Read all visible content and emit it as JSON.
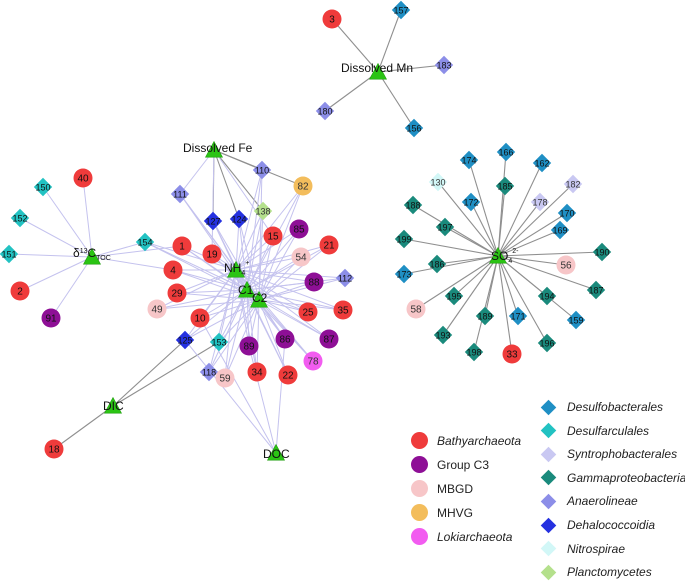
{
  "colors": {
    "Bathyarchaeota": "#ef3b3b",
    "Group C3": "#8e0f96",
    "MBGD": "#f7c6c8",
    "MHVG": "#f3bd5c",
    "Lokiarchaeota": "#f25cf0",
    "Desulfobacterales": "#1f8fc4",
    "Desulfarculales": "#22c2c2",
    "Syntrophobacterales": "#c9c8f2",
    "Gammaproteobacteria": "#1a8a7c",
    "Anaerolineae": "#8c8ee8",
    "Dehalococcoidia": "#2531e0",
    "Nitrospirae": "#d2f7f7",
    "Planctomycetes": "#b4e08c",
    "env": "#2bc414",
    "edge_neg": "#c4c2ee",
    "edge_pos": "#8f8f8f"
  },
  "legend": {
    "left": [
      {
        "name": "Bathyarchaeota",
        "label": "Bathyarchaeota",
        "italic": true,
        "shape": "circle"
      },
      {
        "name": "Group C3",
        "label": "Group C3",
        "italic": false,
        "shape": "circle"
      },
      {
        "name": "MBGD",
        "label": "MBGD",
        "italic": false,
        "shape": "circle"
      },
      {
        "name": "MHVG",
        "label": "MHVG",
        "italic": false,
        "shape": "circle"
      },
      {
        "name": "Lokiarchaeota",
        "label": "Lokiarchaeota",
        "italic": true,
        "shape": "circle"
      }
    ],
    "right": [
      {
        "name": "Desulfobacterales",
        "label": "Desulfobacterales",
        "italic": true,
        "shape": "diamond"
      },
      {
        "name": "Desulfarculales",
        "label": "Desulfarculales",
        "italic": true,
        "shape": "diamond"
      },
      {
        "name": "Syntrophobacterales",
        "label": "Syntrophobacterales",
        "italic": true,
        "shape": "diamond"
      },
      {
        "name": "Gammaproteobacteria",
        "label": "Gammaproteobacteria",
        "italic": true,
        "shape": "diamond"
      },
      {
        "name": "Anaerolineae",
        "label": "Anaerolineae",
        "italic": true,
        "shape": "diamond"
      },
      {
        "name": "Dehalococcoidia",
        "label": "Dehalococcoidia",
        "italic": true,
        "shape": "diamond"
      },
      {
        "name": "Nitrospirae",
        "label": "Nitrospirae",
        "italic": true,
        "shape": "diamond"
      },
      {
        "name": "Planctomycetes",
        "label": "Planctomycetes",
        "italic": true,
        "shape": "diamond"
      }
    ]
  },
  "env_nodes": [
    {
      "id": "Mn",
      "label": "Dissolved Mn"
    },
    {
      "id": "Fe",
      "label": "Dissolved Fe"
    },
    {
      "id": "TOC",
      "label": "δ13CTOC"
    },
    {
      "id": "NH4",
      "label": "NH4+"
    },
    {
      "id": "C1",
      "label": "C1"
    },
    {
      "id": "C2",
      "label": "C2"
    },
    {
      "id": "DIC",
      "label": "DIC"
    },
    {
      "id": "DOC",
      "label": "DOC"
    },
    {
      "id": "SO4",
      "label": "SO42-"
    }
  ],
  "otu_nodes": [
    {
      "label": "3",
      "group": "Bathyarchaeota"
    },
    {
      "label": "157",
      "group": "Desulfobacterales"
    },
    {
      "label": "183",
      "group": "Anaerolineae"
    },
    {
      "label": "180",
      "group": "Anaerolineae"
    },
    {
      "label": "156",
      "group": "Desulfobacterales"
    },
    {
      "label": "110",
      "group": "Anaerolineae"
    },
    {
      "label": "111",
      "group": "Anaerolineae"
    },
    {
      "label": "127",
      "group": "Dehalococcoidia"
    },
    {
      "label": "124",
      "group": "Dehalococcoidia"
    },
    {
      "label": "138",
      "group": "Planctomycetes"
    },
    {
      "label": "82",
      "group": "MHVG"
    },
    {
      "label": "40",
      "group": "Bathyarchaeota"
    },
    {
      "label": "150",
      "group": "Desulfarculales"
    },
    {
      "label": "152",
      "group": "Desulfarculales"
    },
    {
      "label": "151",
      "group": "Desulfarculales"
    },
    {
      "label": "2",
      "group": "Bathyarchaeota"
    },
    {
      "label": "91",
      "group": "Group C3"
    },
    {
      "label": "154",
      "group": "Desulfarculales"
    },
    {
      "label": "1",
      "group": "Bathyarchaeota"
    },
    {
      "label": "4",
      "group": "Bathyarchaeota"
    },
    {
      "label": "19",
      "group": "Bathyarchaeota"
    },
    {
      "label": "15",
      "group": "Bathyarchaeota"
    },
    {
      "label": "85",
      "group": "Group C3"
    },
    {
      "label": "21",
      "group": "Bathyarchaeota"
    },
    {
      "label": "54",
      "group": "MBGD"
    },
    {
      "label": "112",
      "group": "Anaerolineae"
    },
    {
      "label": "88",
      "group": "Group C3"
    },
    {
      "label": "29",
      "group": "Bathyarchaeota"
    },
    {
      "label": "49",
      "group": "MBGD"
    },
    {
      "label": "10",
      "group": "Bathyarchaeota"
    },
    {
      "label": "25",
      "group": "Bathyarchaeota"
    },
    {
      "label": "35",
      "group": "Bathyarchaeota"
    },
    {
      "label": "125",
      "group": "Dehalococcoidia"
    },
    {
      "label": "153",
      "group": "Desulfarculales"
    },
    {
      "label": "89",
      "group": "Group C3"
    },
    {
      "label": "86",
      "group": "Group C3"
    },
    {
      "label": "87",
      "group": "Group C3"
    },
    {
      "label": "78",
      "group": "Lokiarchaeota"
    },
    {
      "label": "118",
      "group": "Anaerolineae"
    },
    {
      "label": "59",
      "group": "MBGD"
    },
    {
      "label": "34",
      "group": "Bathyarchaeota"
    },
    {
      "label": "22",
      "group": "Bathyarchaeota"
    },
    {
      "label": "18",
      "group": "Bathyarchaeota"
    },
    {
      "label": "174",
      "group": "Desulfobacterales"
    },
    {
      "label": "166",
      "group": "Desulfobacterales"
    },
    {
      "label": "162",
      "group": "Desulfobacterales"
    },
    {
      "label": "130",
      "group": "Nitrospirae"
    },
    {
      "label": "182",
      "group": "Syntrophobacterales"
    },
    {
      "label": "172",
      "group": "Desulfobacterales"
    },
    {
      "label": "185",
      "group": "Gammaproteobacteria"
    },
    {
      "label": "178",
      "group": "Syntrophobacterales"
    },
    {
      "label": "188",
      "group": "Gammaproteobacteria"
    },
    {
      "label": "170",
      "group": "Desulfobacterales"
    },
    {
      "label": "197",
      "group": "Gammaproteobacteria"
    },
    {
      "label": "169",
      "group": "Desulfobacterales"
    },
    {
      "label": "199",
      "group": "Gammaproteobacteria"
    },
    {
      "label": "190",
      "group": "Gammaproteobacteria"
    },
    {
      "label": "186",
      "group": "Gammaproteobacteria"
    },
    {
      "label": "56",
      "group": "MBGD"
    },
    {
      "label": "173",
      "group": "Desulfobacterales"
    },
    {
      "label": "187",
      "group": "Gammaproteobacteria"
    },
    {
      "label": "195",
      "group": "Gammaproteobacteria"
    },
    {
      "label": "194",
      "group": "Gammaproteobacteria"
    },
    {
      "label": "58",
      "group": "MBGD"
    },
    {
      "label": "189",
      "group": "Gammaproteobacteria"
    },
    {
      "label": "171",
      "group": "Desulfobacterales"
    },
    {
      "label": "159",
      "group": "Desulfobacterales"
    },
    {
      "label": "193",
      "group": "Gammaproteobacteria"
    },
    {
      "label": "198",
      "group": "Gammaproteobacteria"
    },
    {
      "label": "196",
      "group": "Gammaproteobacteria"
    },
    {
      "label": "33",
      "group": "Bathyarchaeota"
    }
  ]
}
